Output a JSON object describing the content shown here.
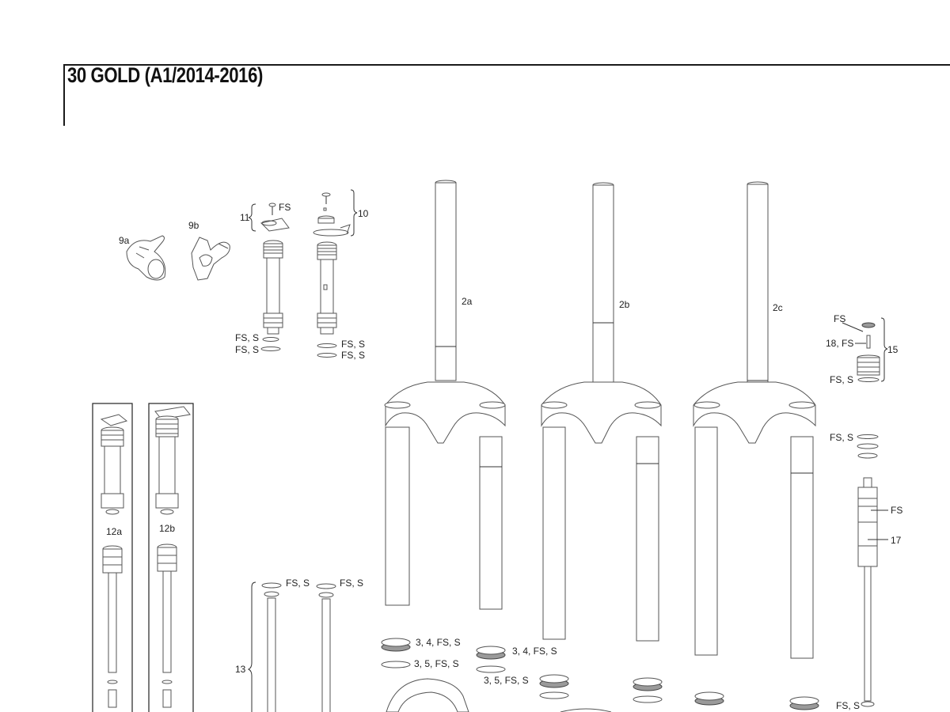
{
  "title": "30 GOLD (A1/2014-2016)",
  "callouts": {
    "c9a": "9a",
    "c9b": "9b",
    "c11": "11",
    "c11_fs": "FS",
    "c10": "10",
    "c12_fs_s_1": "FS, S",
    "c12_fs_s_2": "FS, S",
    "c10_fs_s_1": "FS, S",
    "c10_fs_s_2": "FS, S",
    "c2a": "2a",
    "c2b": "2b",
    "c2c": "2c",
    "c15_fs": "FS",
    "c15_18fs": "18, FS",
    "c15_fs_s": "FS, S",
    "c15": "15",
    "c17_fs_s": "FS, S",
    "c17_fs": "FS",
    "c17": "17",
    "c12a": "12a",
    "c12b": "12b",
    "c13_fs_s_1": "FS, S",
    "c13_fs_s_2": "FS, S",
    "c13": "13",
    "c_34fss_1": "3, 4, FS, S",
    "c_35fss_1": "3, 5, FS, S",
    "c_34fss_2": "3, 4, FS, S",
    "c_35fss_2": "3, 5, FS, S",
    "c_bottom_fs_s": "FS, S"
  }
}
